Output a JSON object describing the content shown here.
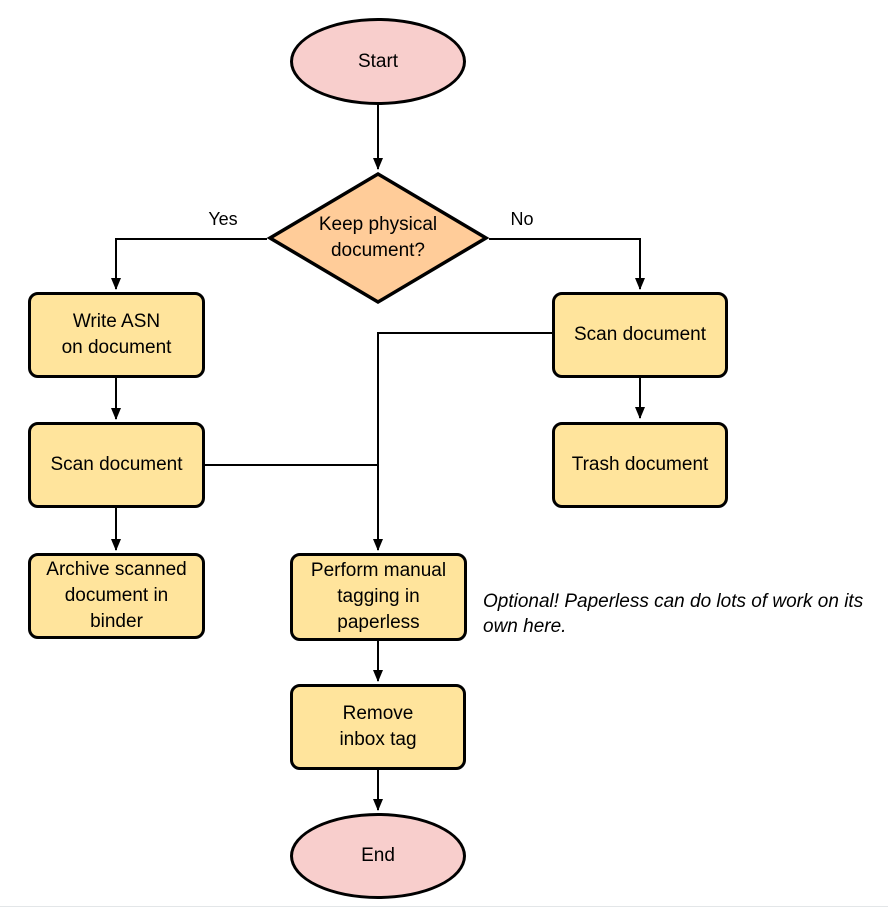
{
  "diagram": {
    "type": "flowchart",
    "colors": {
      "terminal_fill": "#F8CECC",
      "decision_fill": "#FFCC99",
      "process_fill": "#FFE49C",
      "stroke": "#000000",
      "background": "#FFFFFF"
    },
    "nodes": {
      "start": {
        "label": "Start",
        "shape": "ellipse"
      },
      "decision": {
        "label": "Keep physical\ndocument?",
        "shape": "diamond"
      },
      "write_asn": {
        "label": "Write ASN\non document",
        "shape": "rect"
      },
      "scan_left": {
        "label": "Scan document",
        "shape": "rect"
      },
      "archive": {
        "label": "Archive scanned\ndocument in\nbinder",
        "shape": "rect"
      },
      "scan_right": {
        "label": "Scan document",
        "shape": "rect"
      },
      "trash": {
        "label": "Trash document",
        "shape": "rect"
      },
      "perform_tagging": {
        "label": "Perform manual\ntagging in\npaperless",
        "shape": "rect"
      },
      "remove_inbox_tag": {
        "label": "Remove\ninbox tag",
        "shape": "rect"
      },
      "end": {
        "label": "End",
        "shape": "ellipse"
      }
    },
    "edge_labels": {
      "yes": "Yes",
      "no": "No"
    },
    "annotation": {
      "text": "Optional! Paperless can do lots of work on its own here."
    }
  }
}
